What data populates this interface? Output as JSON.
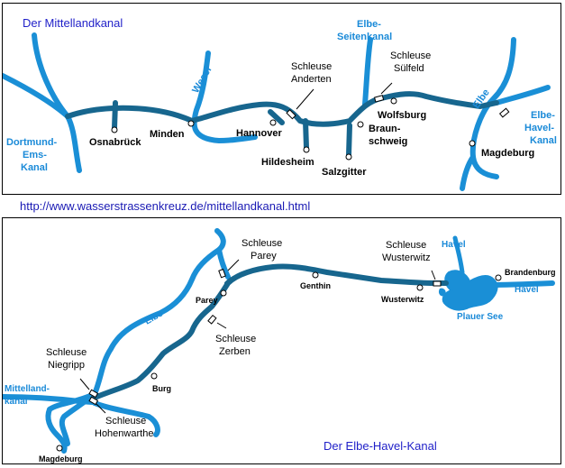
{
  "top_map": {
    "title": "Der Mittellandkanal",
    "cities": {
      "osnabrueck": "Osnabrück",
      "minden": "Minden",
      "hannover": "Hannover",
      "hildesheim": "Hildesheim",
      "braunschweig_1": "Braun-",
      "braunschweig_2": "schweig",
      "salzgitter": "Salzgitter",
      "wolfsburg": "Wolfsburg",
      "magdeburg": "Magdeburg"
    },
    "locks": {
      "anderten_1": "Schleuse",
      "anderten_2": "Anderten",
      "suelfeld_1": "Schleuse",
      "suelfeld_2": "Sülfeld"
    },
    "waterways": {
      "dortmund_ems_1": "Dortmund-",
      "dortmund_ems_2": "Ems-",
      "dortmund_ems_3": "Kanal",
      "weser": "Weser",
      "elbe_seitenkanal_1": "Elbe-",
      "elbe_seitenkanal_2": "Seitenkanal",
      "elbe": "Elbe",
      "elbe_havel_1": "Elbe-",
      "elbe_havel_2": "Havel-",
      "elbe_havel_3": "Kanal"
    }
  },
  "url": "http://www.wasserstrassenkreuz.de/mittellandkanal.html",
  "bottom_map": {
    "title": "Der Elbe-Havel-Kanal",
    "cities": {
      "parey": "Parey",
      "genthin": "Genthin",
      "wusterwitz": "Wusterwitz",
      "brandenburg": "Brandenburg",
      "burg": "Burg",
      "magdeburg": "Magdeburg"
    },
    "locks": {
      "parey_1": "Schleuse",
      "parey_2": "Parey",
      "wusterwitz_1": "Schleuse",
      "wusterwitz_2": "Wusterwitz",
      "zerben_1": "Schleuse",
      "zerben_2": "Zerben",
      "niegripp_1": "Schleuse",
      "niegripp_2": "Niegripp",
      "hohenwarthe_1": "Schleuse",
      "hohenwarthe_2": "Hohenwarthe"
    },
    "waterways": {
      "havel_1": "Havel",
      "havel_2": "Havel",
      "plauer_see": "Plauer See",
      "elbe": "Elbe",
      "mittellandkanal_1": "Mittelland-",
      "mittellandkanal_2": "kanal"
    }
  },
  "colors": {
    "canal": "#17668e",
    "river": "#1a8fd6",
    "title": "#1f1fc8",
    "url": "#1a1ab4"
  }
}
